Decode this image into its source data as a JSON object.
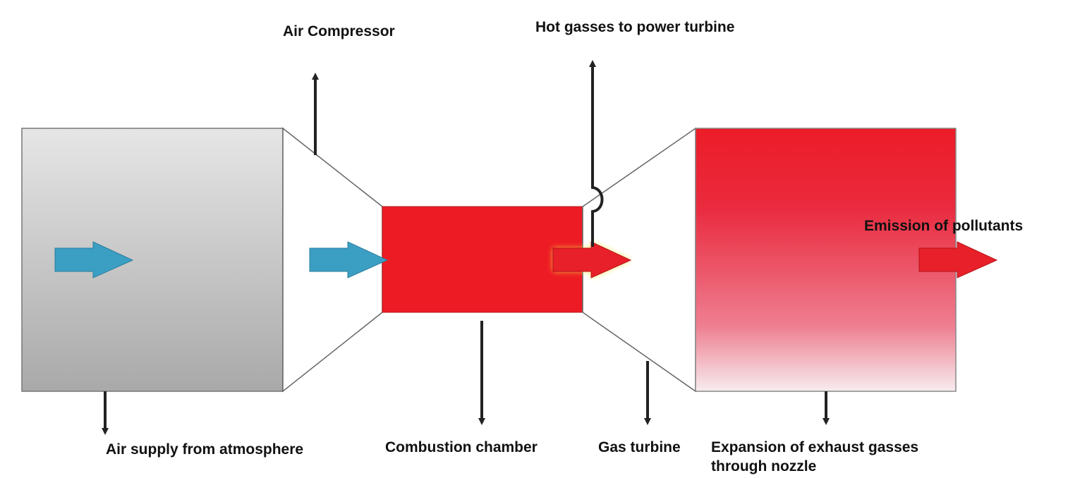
{
  "labels": {
    "air_compressor": "Air Compressor",
    "hot_gasses": "Hot gasses to power turbine",
    "emission": "Emission of pollutants",
    "air_supply": "Air supply from atmosphere",
    "combustion": "Combustion chamber",
    "gas_turbine": "Gas turbine",
    "expansion_line1": "Expansion of exhaust gasses",
    "expansion_line2": "through nozzle"
  },
  "colors": {
    "air_flow_arrow": "#3b9ec3",
    "hot_flow_arrow": "#e8202a",
    "combustion_chamber": "#ed1c24",
    "intake_box_top": "#e6e6e6",
    "intake_box_bottom": "#a9a9a9",
    "nozzle_box_top": "#ec1c28",
    "nozzle_box_bottom": "#f7ecee",
    "pointer_line": "#222222"
  }
}
